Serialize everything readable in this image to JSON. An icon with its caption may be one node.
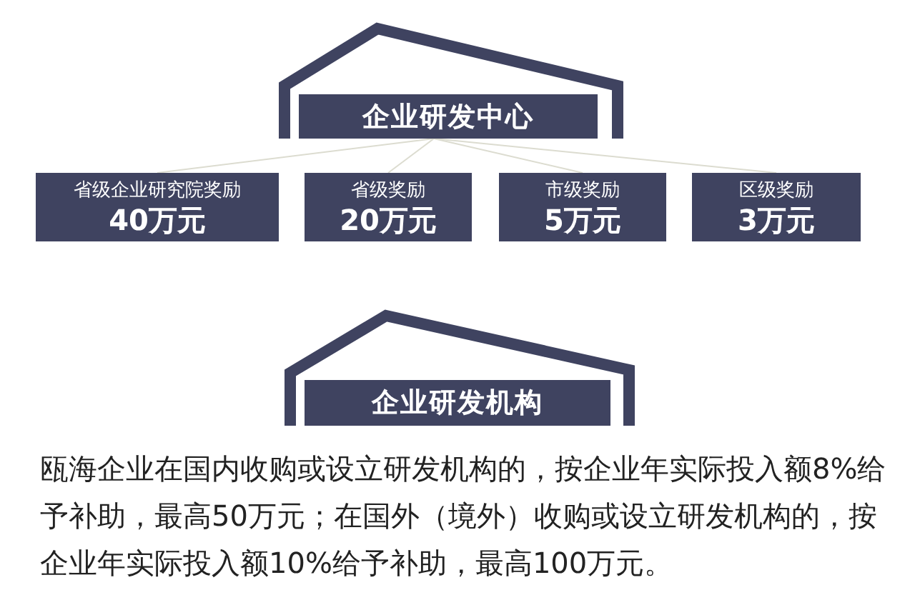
{
  "diagram": {
    "nodes": [
      {
        "text": [
          "企业研发中心"
        ]
      },
      {
        "text": [
          "省级企业研究院奖励",
          "40万元"
        ]
      },
      {
        "text": [
          "省级奖励",
          "20万元"
        ]
      },
      {
        "text": [
          "市级奖励",
          "5万元"
        ]
      },
      {
        "text": [
          "区级奖励",
          "3万元"
        ]
      },
      {
        "text": [
          "企业研发机构"
        ]
      }
    ],
    "edges": [
      {
        "from": 0,
        "to": 1,
        "arrow": "none"
      },
      {
        "from": 0,
        "to": 2,
        "arrow": "none"
      },
      {
        "from": 0,
        "to": 3,
        "arrow": "none"
      },
      {
        "from": 0,
        "to": 4,
        "arrow": "none"
      }
    ],
    "labels": [
      "瓯海企业在国内收购或设立研发机构的，按企业年实际投入额8%给予补助，最高50万元；在国外（境外）收购或设立研发机构的，按企业年实际投入额10%给予补助，最高100万元。"
    ]
  }
}
